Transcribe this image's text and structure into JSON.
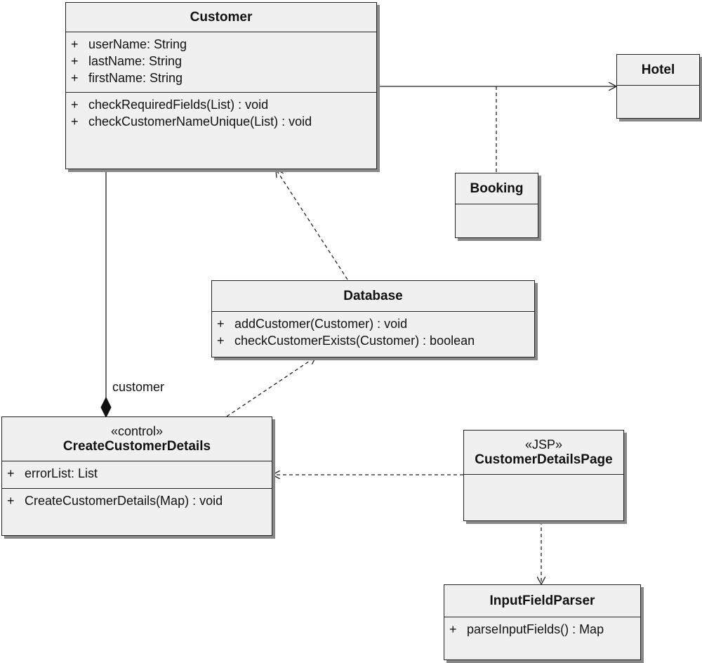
{
  "classes": {
    "customer": {
      "name": "Customer",
      "attributes": [
        {
          "vis": "+",
          "text": "userName:  String"
        },
        {
          "vis": "+",
          "text": "lastName:  String"
        },
        {
          "vis": "+",
          "text": "firstName:  String"
        }
      ],
      "operations": [
        {
          "vis": "+",
          "text": "checkRequiredFields(List) : void"
        },
        {
          "vis": "+",
          "text": "checkCustomerNameUnique(List) : void"
        }
      ]
    },
    "hotel": {
      "name": "Hotel"
    },
    "booking": {
      "name": "Booking"
    },
    "database": {
      "name": "Database",
      "operations": [
        {
          "vis": "+",
          "text": "addCustomer(Customer) : void"
        },
        {
          "vis": "+",
          "text": "checkCustomerExists(Customer) : boolean"
        }
      ]
    },
    "create_customer_details": {
      "stereotype": "«control»",
      "name": "CreateCustomerDetails",
      "attributes": [
        {
          "vis": "+",
          "text": "errorList:  List"
        }
      ],
      "operations": [
        {
          "vis": "+",
          "text": "CreateCustomerDetails(Map) : void"
        }
      ]
    },
    "customer_details_page": {
      "stereotype": "«JSP»",
      "name": "CustomerDetailsPage"
    },
    "input_field_parser": {
      "name": "InputFieldParser",
      "operations": [
        {
          "vis": "+",
          "text": "parseInputFields() : Map"
        }
      ]
    }
  },
  "relations": {
    "composition_role": "customer"
  }
}
